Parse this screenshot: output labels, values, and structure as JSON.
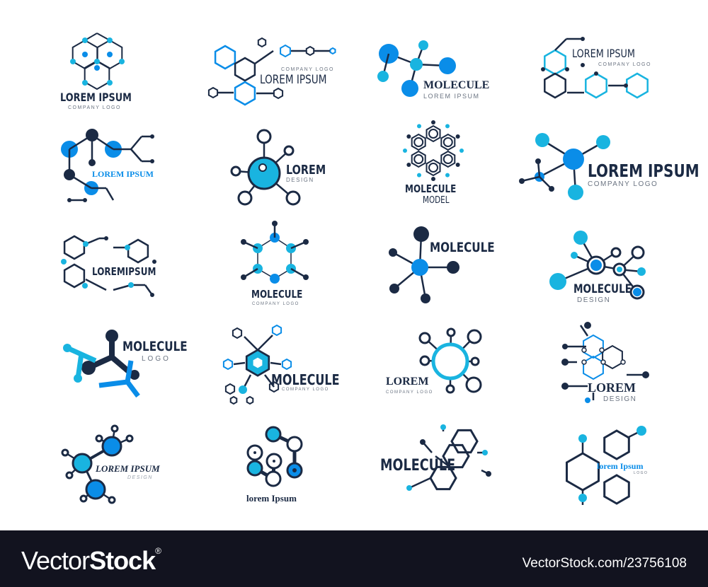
{
  "colors": {
    "dark": "#1b2a44",
    "blue": "#0a8de8",
    "cyan": "#19b4e0",
    "footer": "#12131f"
  },
  "logos": [
    {
      "title": "LOREM IPSUM",
      "subtitle": "COMPANY LOGO"
    },
    {
      "title": "LOREM IPSUM",
      "subtitle": "COMPANY LOGO"
    },
    {
      "title": "MOLECULE",
      "subtitle": "LOREM IPSUM"
    },
    {
      "title": "LOREM IPSUM",
      "subtitle": "COMPANY LOGO"
    },
    {
      "title": "LOREM IPSUM"
    },
    {
      "title": "LOREM",
      "subtitle": "DESIGN"
    },
    {
      "title": "MOLECULE",
      "subtitle": "MODEL"
    },
    {
      "title": "LOREM IPSUM",
      "subtitle": "COMPANY LOGO"
    },
    {
      "title": "LOREMIPSUM"
    },
    {
      "title": "MOLECULE",
      "subtitle": "COMPANY LOGO"
    },
    {
      "title": "MOLECULE"
    },
    {
      "title": "MOLECULE",
      "subtitle": "DESIGN"
    },
    {
      "title": "MOLECULE",
      "subtitle": "LOGO"
    },
    {
      "title": "MOLECULE",
      "subtitle": "COMPANY LOGO"
    },
    {
      "title": "LOREM",
      "subtitle": "COMPANY LOGO"
    },
    {
      "title": "LOREM",
      "subtitle": "DESIGN"
    },
    {
      "title": "LOREM IPSUM",
      "subtitle": "DESIGN"
    },
    {
      "title": "lorem Ipsum"
    },
    {
      "title": "MOLECULE"
    },
    {
      "title": "lorem Ipsum",
      "subtitle": "LOGO"
    }
  ],
  "footer": {
    "brand_light": "Vector",
    "brand_bold": "Stock",
    "registered": "®",
    "url": "VectorStock.com/23756108"
  }
}
